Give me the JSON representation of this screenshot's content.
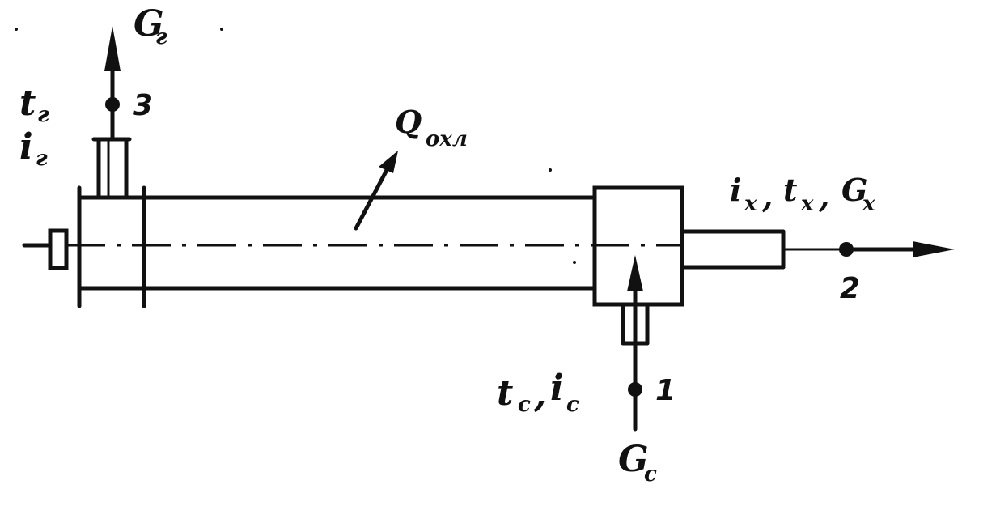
{
  "labels": {
    "g_top": "G",
    "g_top_sub": "г",
    "t_top": "t",
    "t_top_sub": "г",
    "i_top": "i",
    "i_top_sub": "г",
    "point_3": "3",
    "q_label": "Q",
    "q_sub": "охл",
    "right_flow": "i",
    "right_flow_sub1": "x",
    "right_flow_t": "t",
    "right_flow_sub2": "x",
    "right_flow_g": "G",
    "right_flow_sub3": "x",
    "point_2": "2",
    "bottom_t": "t",
    "bottom_t_sub": "c",
    "bottom_i": "i",
    "bottom_i_sub": "c",
    "point_1": "1",
    "g_bottom": "G",
    "g_bottom_sub": "c"
  },
  "separators": {
    "comma": ","
  }
}
